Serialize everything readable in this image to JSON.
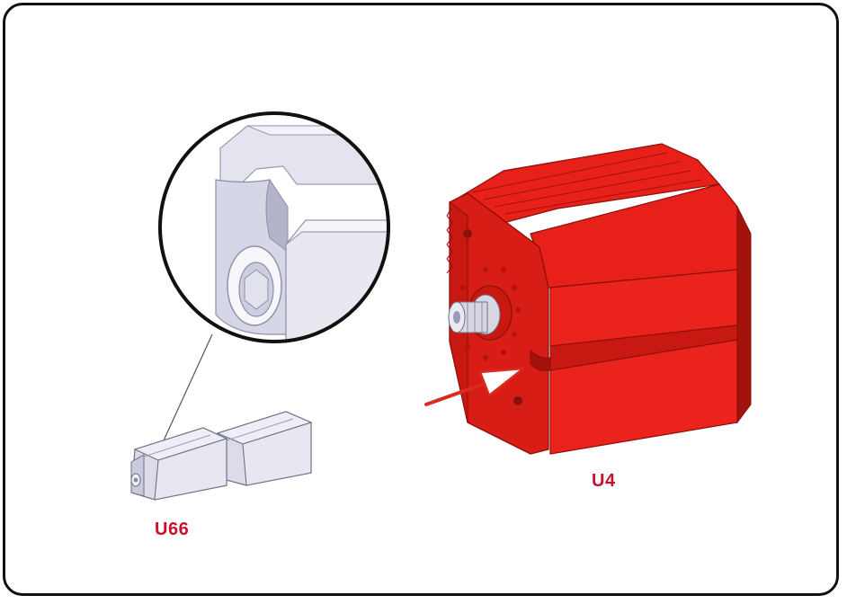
{
  "labels": {
    "bracket_part": "U66",
    "motor_part": "U4"
  },
  "colors": {
    "label": "#c8102e",
    "motor": "#e8201a",
    "motor_shade": "#c81812",
    "motor_dark": "#a3120d",
    "bracket": "#dcdce8",
    "bracket_shade": "#b9bad0",
    "arrow": "#d92b1f",
    "outline": "#111111"
  },
  "icons": {
    "direction_marker": "arrow-icon",
    "detail_view": "magnifier-circle"
  }
}
